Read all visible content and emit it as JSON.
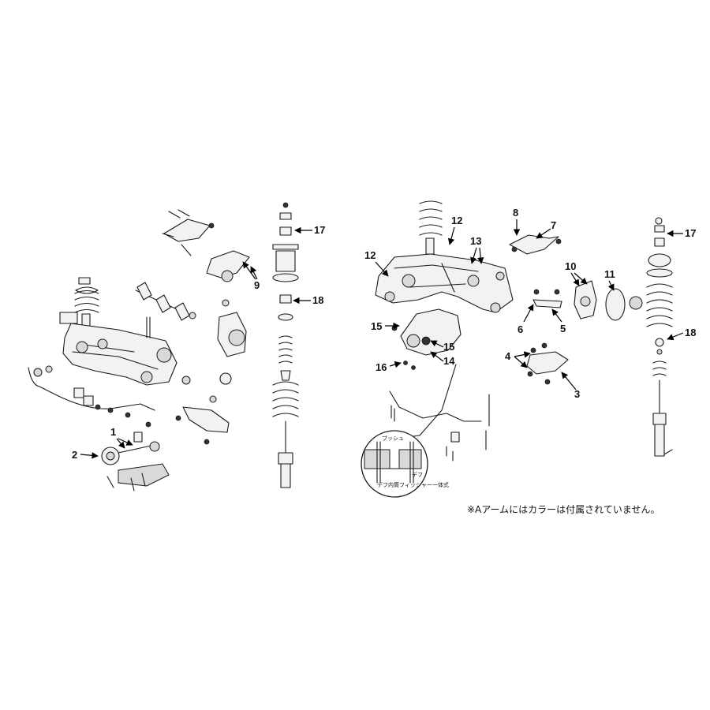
{
  "callouts": {
    "n1": "1",
    "n2": "2",
    "n3": "3",
    "n4": "4",
    "n5": "5",
    "n6": "6",
    "n7": "7",
    "n8": "8",
    "n9": "9",
    "n10": "10",
    "n11": "11",
    "n12": "12",
    "n13": "13",
    "n14": "14",
    "n15": "15",
    "n16": "16",
    "n17": "17",
    "n18": "18"
  },
  "inset": {
    "bush_label": "ブッシュ",
    "diff_label": "デフ",
    "caption": "デフ内筒フィッシャー一体式"
  },
  "note": "※Aアームにはカラーは付属されていません。"
}
